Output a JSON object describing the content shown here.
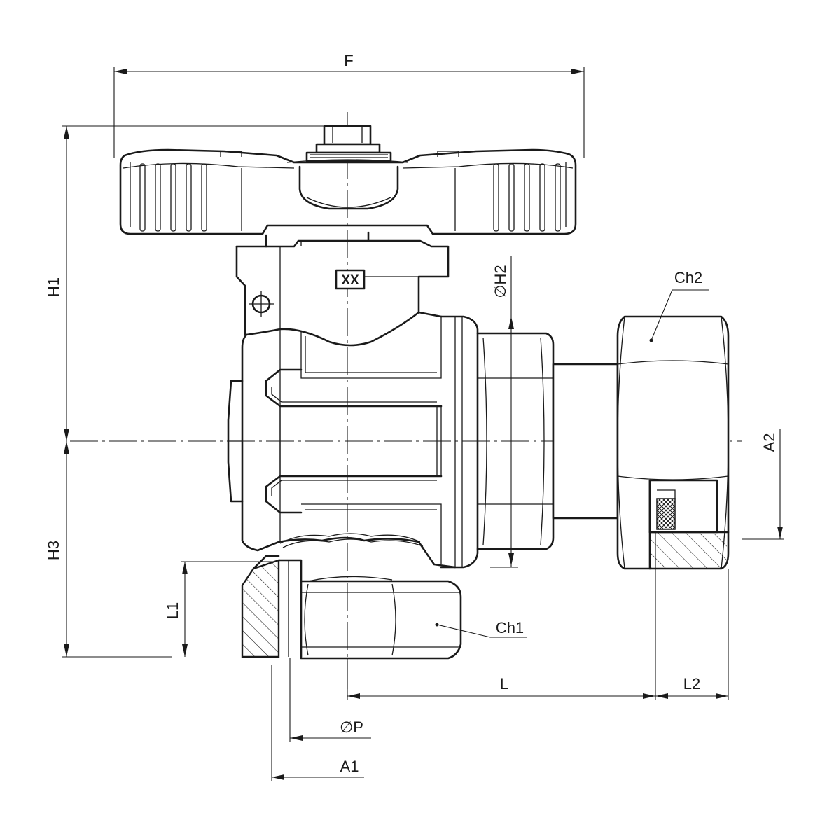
{
  "drawing": {
    "dimensions": {
      "F": "F",
      "H1": "H1",
      "H2": "∅H2",
      "H3": "H3",
      "L1": "L1",
      "L": "L",
      "L2": "L2",
      "A1": "A1",
      "A2": "A2",
      "P": "∅P"
    },
    "callouts": {
      "ch1": "Ch1",
      "ch2": "Ch2"
    },
    "marking": "XX"
  }
}
